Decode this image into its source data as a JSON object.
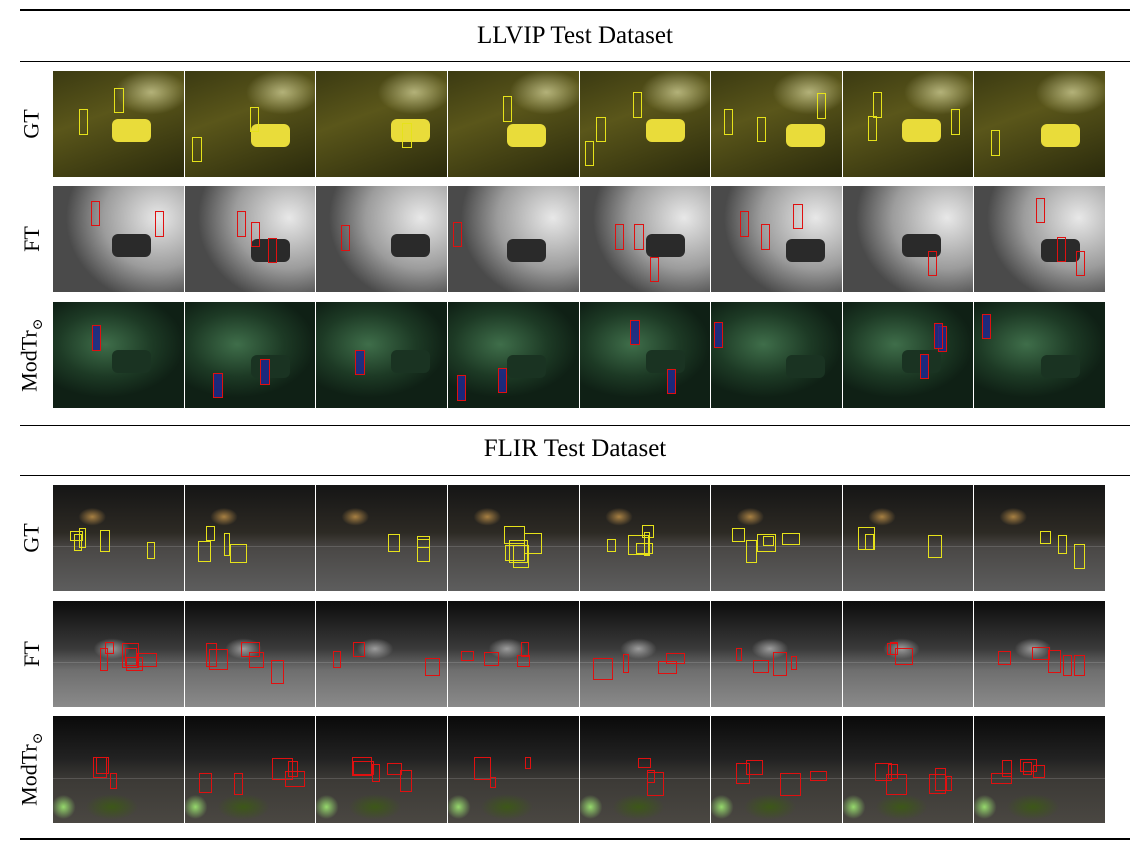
{
  "sections": [
    {
      "title": "LLVIP Test Dataset",
      "rows": [
        {
          "label": "GT",
          "kind": "ll-gt",
          "boxes": "y"
        },
        {
          "label": "FT",
          "kind": "ll-ft",
          "boxes": "r"
        },
        {
          "label": "ModTr",
          "label_sub": "⊙",
          "kind": "ll-mod",
          "boxes": "b"
        }
      ]
    },
    {
      "title": "FLIR Test Dataset",
      "rows": [
        {
          "label": "GT",
          "kind": "fl-gt",
          "boxes": "y"
        },
        {
          "label": "FT",
          "kind": "fl-ft",
          "boxes": "r"
        },
        {
          "label": "ModTr",
          "label_sub": "⊙",
          "kind": "fl-mod",
          "boxes": "r"
        }
      ]
    }
  ],
  "frames_per_row": 8
}
